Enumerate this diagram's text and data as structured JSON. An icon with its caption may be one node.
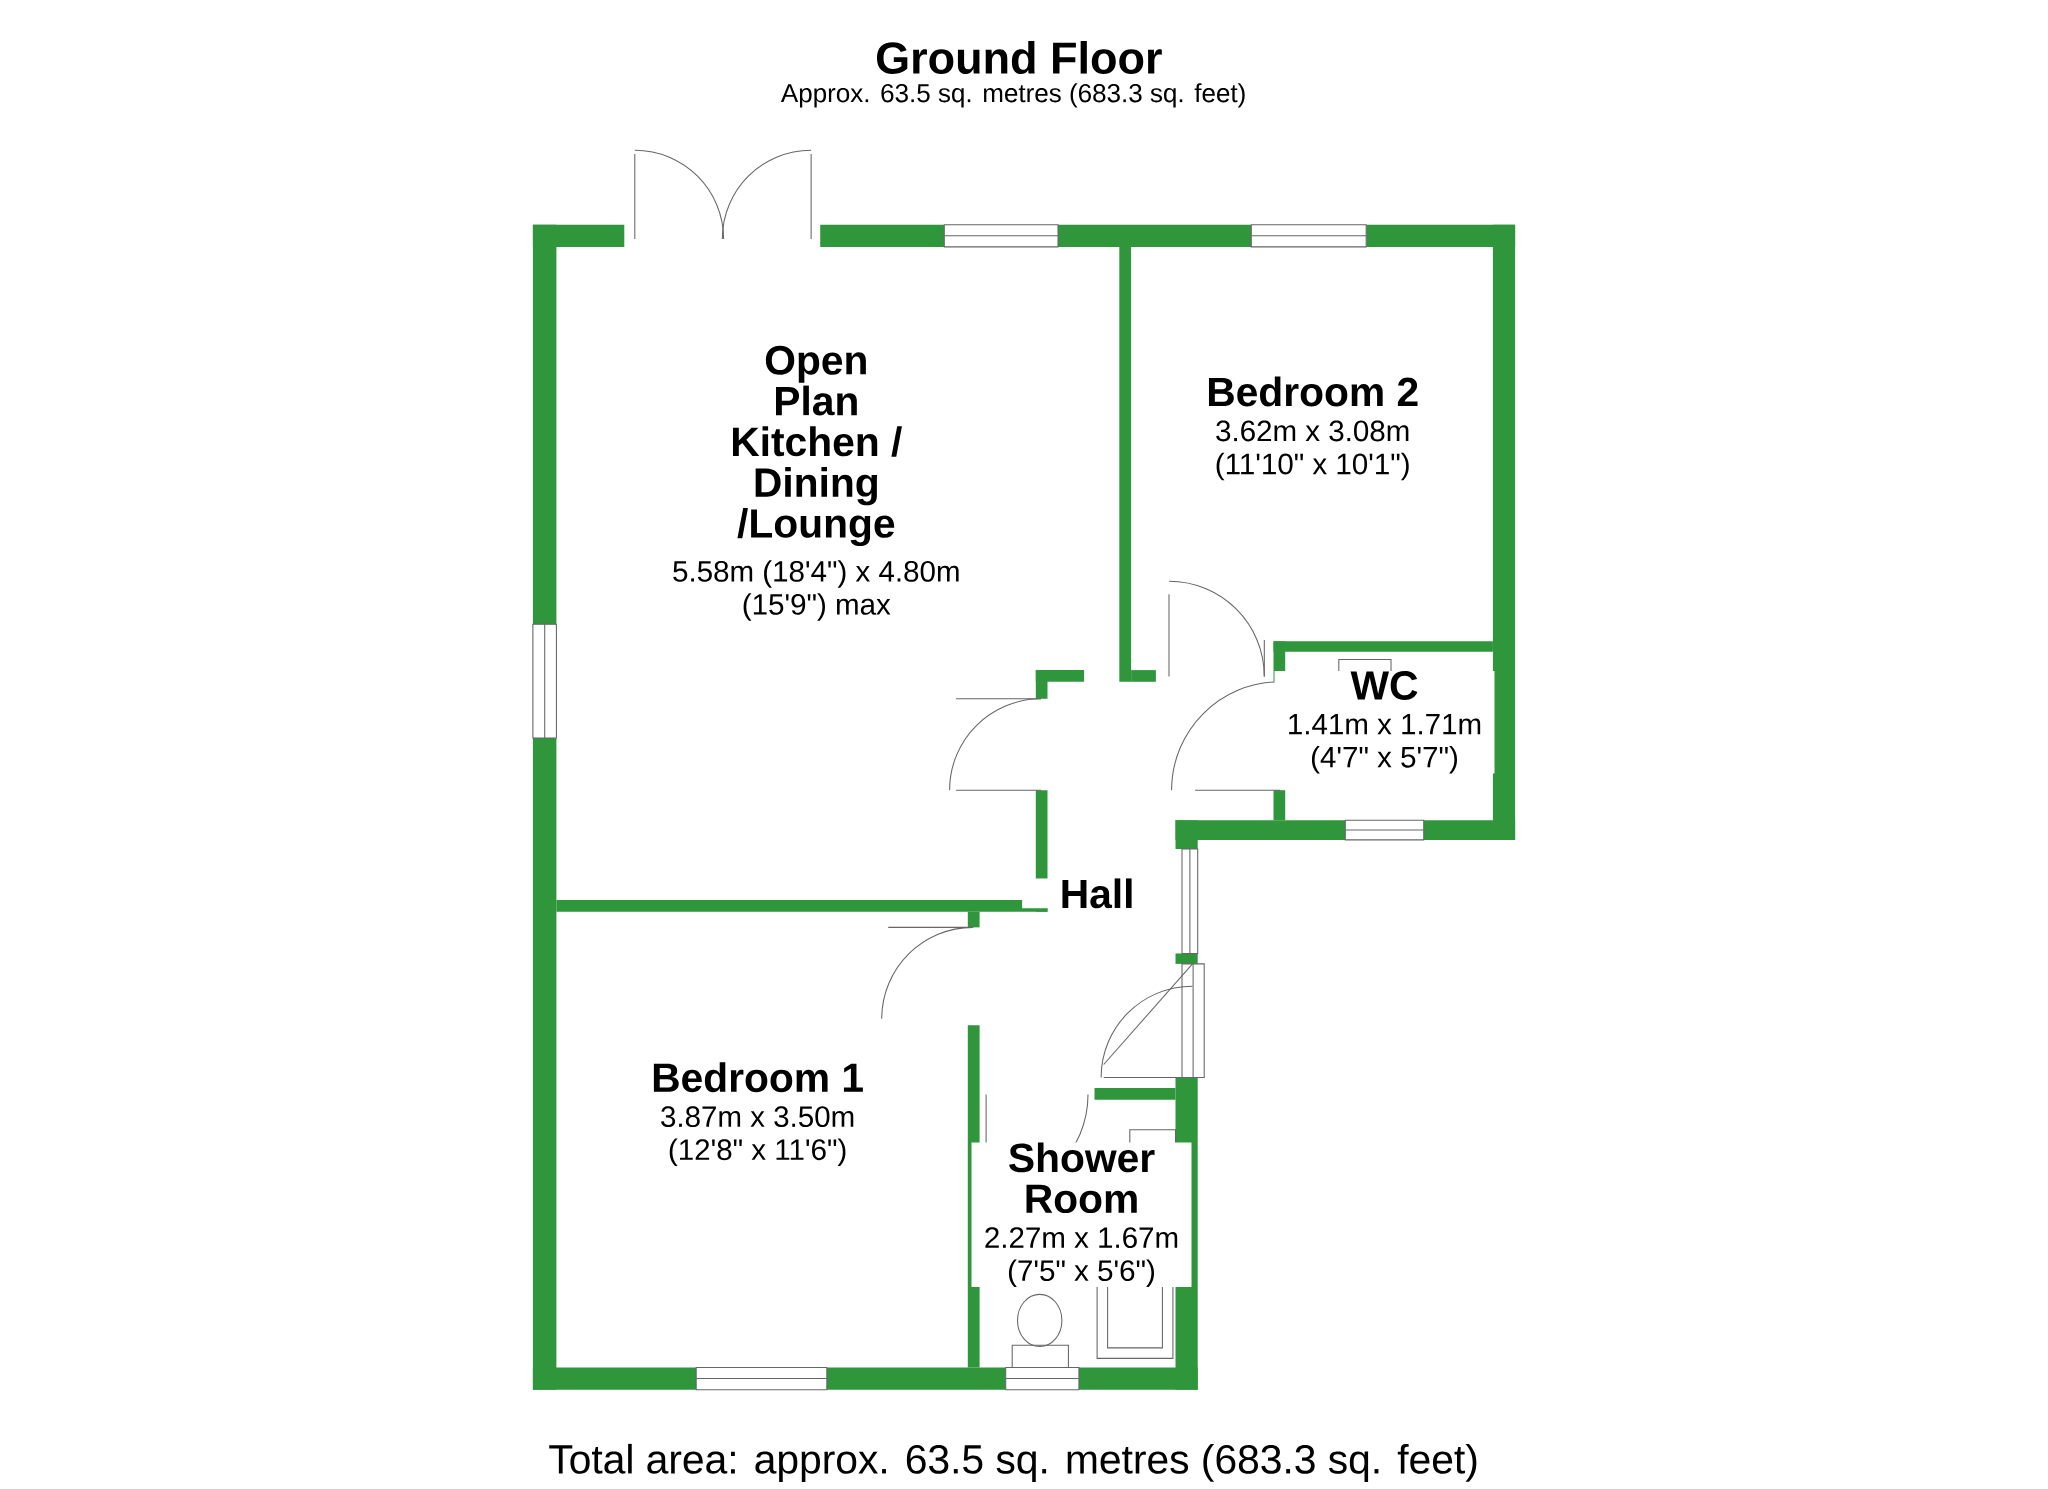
{
  "diagram": {
    "title": "Ground Floor",
    "caption": "Total area: approx. 63.5 sq. metres (683.3 sq. feet)",
    "labels": [
      "Approx. 63.5 sq. metres (683.3 sq. feet)"
    ],
    "nodes": [
      {
        "text": [
          "Open Plan Kitchen / Dining /Lounge",
          "5.58m (18'4\") x 4.80m (15'9\") max"
        ]
      },
      {
        "text": [
          "Bedroom 2",
          "3.62m x 3.08m (11'10\" x 10'1\")"
        ]
      },
      {
        "text": [
          "WC",
          "1.41m x 1.71m (4'7\" x 5'7\")"
        ]
      },
      {
        "text": [
          "Hall"
        ]
      },
      {
        "text": [
          "Bedroom 1",
          "3.87m x 3.50m (12'8\" x 11'6\")"
        ]
      },
      {
        "text": [
          "Shower Room",
          "2.27m x 1.67m (7'5\" x 5'6\")"
        ]
      }
    ]
  }
}
